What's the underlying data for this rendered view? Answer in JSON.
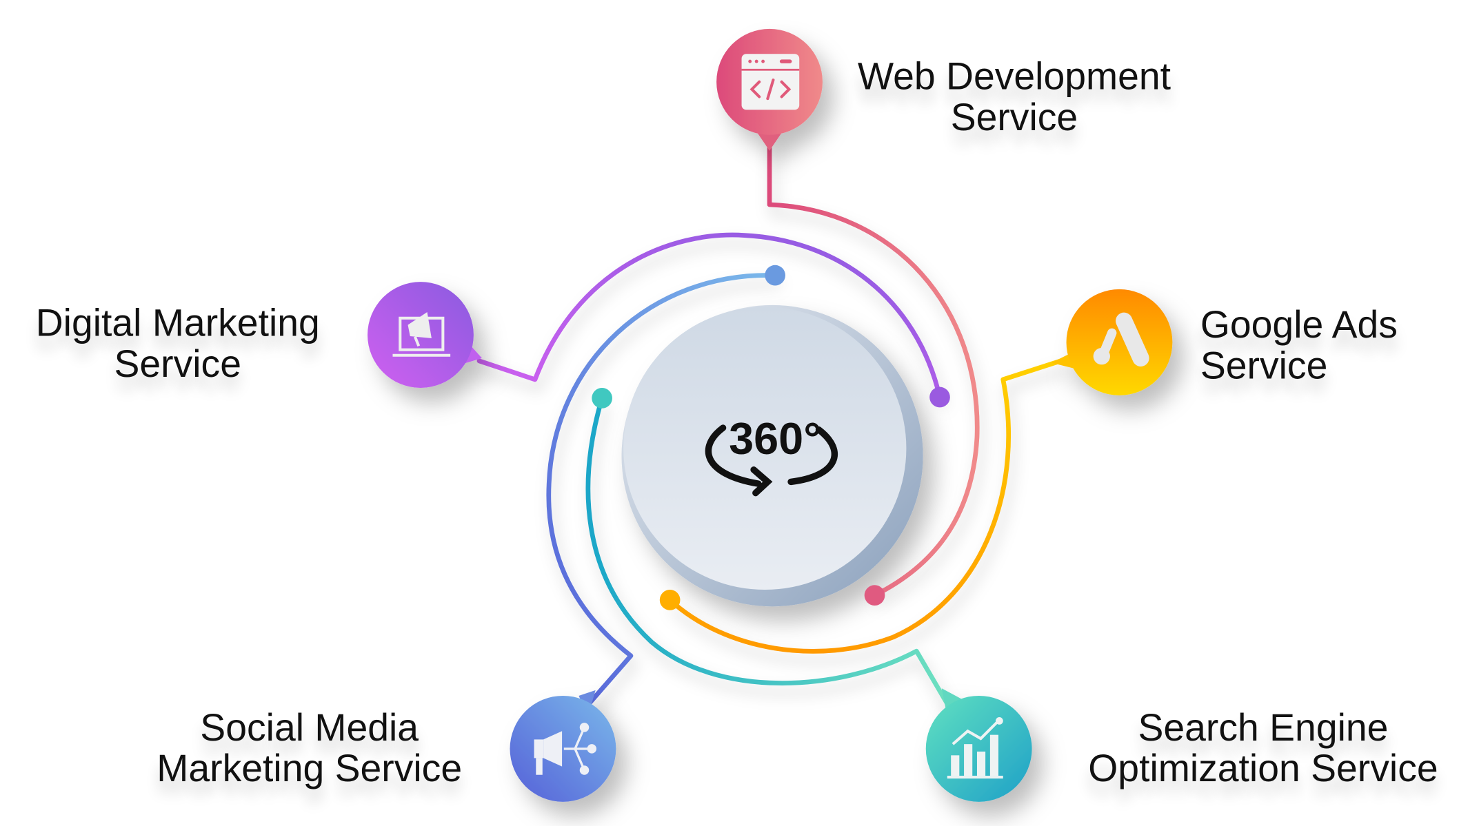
{
  "center": {
    "label": "360°",
    "icon": "360-rotate-icon"
  },
  "services": [
    {
      "id": "web",
      "line1": "Web Development",
      "line2": "Service",
      "icon": "code-window-icon",
      "color": "#e0507a"
    },
    {
      "id": "google",
      "line1": "Google Ads",
      "line2": "Service",
      "icon": "google-ads-icon",
      "color": "#ffa000"
    },
    {
      "id": "seo",
      "line1": "Search Engine",
      "line2": "Optimization Service",
      "icon": "bar-chart-growth-icon",
      "color": "#2bb5c0"
    },
    {
      "id": "social",
      "line1": "Social Media",
      "line2": "Marketing Service",
      "icon": "megaphone-network-icon",
      "color": "#5a6fd8"
    },
    {
      "id": "digital",
      "line1": "Digital Marketing",
      "line2": "Service",
      "icon": "laptop-megaphone-icon",
      "color": "#a45ae6"
    }
  ]
}
